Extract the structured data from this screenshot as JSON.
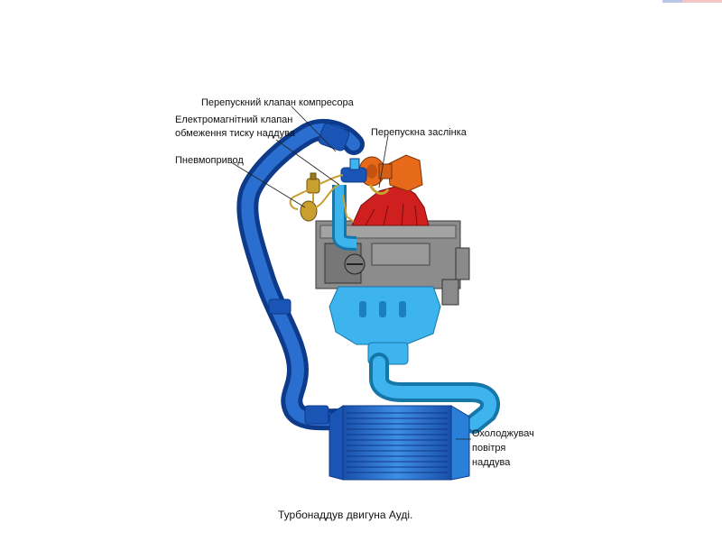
{
  "labels": {
    "compressor_bypass_valve": "Перепускний клапан компресора",
    "boost_limit_solenoid_line1": "Електромагнітний клапан",
    "boost_limit_solenoid_line2": "обмеження тиску наддува",
    "pneumatic_actuator": "Пневмопривод",
    "wastegate": "Перепускна заслінка",
    "intercooler_line1": "Охолоджувач",
    "intercooler_line2": "повітря",
    "intercooler_line3": "наддува"
  },
  "caption": "Турбонаддув двигуна Ауді.",
  "colors": {
    "pipe_dark_blue": "#1a55b5",
    "pipe_light_blue": "#3db4ee",
    "engine_block": "#8c8c8c",
    "exhaust_manifold": "#cc1f1f",
    "turbocharger": "#e66a1a",
    "actuator_brass": "#c9a030"
  }
}
